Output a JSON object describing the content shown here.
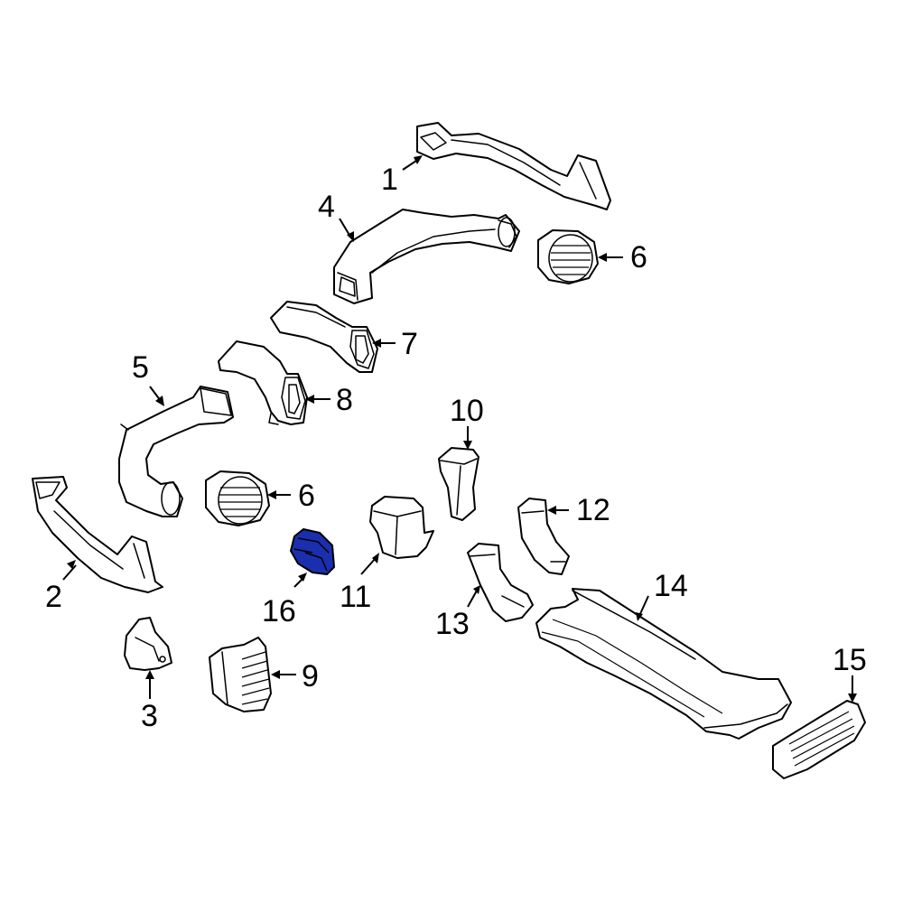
{
  "diagram": {
    "highlight_color": "#1a2fb0",
    "callouts": [
      {
        "id": "1",
        "label": "1"
      },
      {
        "id": "2",
        "label": "2"
      },
      {
        "id": "3",
        "label": "3"
      },
      {
        "id": "4",
        "label": "4"
      },
      {
        "id": "5",
        "label": "5"
      },
      {
        "id": "6a",
        "label": "6"
      },
      {
        "id": "6b",
        "label": "6"
      },
      {
        "id": "7",
        "label": "7"
      },
      {
        "id": "8",
        "label": "8"
      },
      {
        "id": "9",
        "label": "9"
      },
      {
        "id": "10",
        "label": "10"
      },
      {
        "id": "11",
        "label": "11"
      },
      {
        "id": "12",
        "label": "12"
      },
      {
        "id": "13",
        "label": "13"
      },
      {
        "id": "14",
        "label": "14"
      },
      {
        "id": "15",
        "label": "15"
      },
      {
        "id": "16",
        "label": "16"
      }
    ]
  }
}
